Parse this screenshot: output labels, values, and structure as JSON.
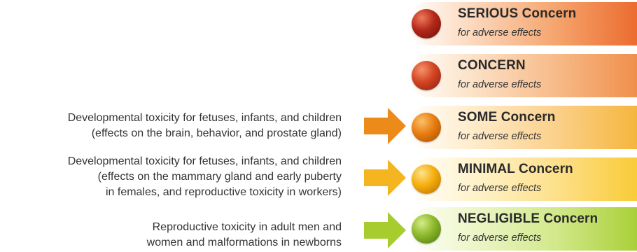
{
  "levels": [
    {
      "title": "SERIOUS Concern",
      "subtitle": "for adverse effects",
      "color": "#b3281a"
    },
    {
      "title": "CONCERN",
      "subtitle": "for adverse effects",
      "color": "#d34423"
    },
    {
      "title": "SOME Concern",
      "subtitle": "for adverse effects",
      "color": "#e87d10"
    },
    {
      "title": "MINIMAL Concern",
      "subtitle": "for adverse effects",
      "color": "#f5ad0c"
    },
    {
      "title": "NEGLIGIBLE Concern",
      "subtitle": "for adverse effects",
      "color": "#8cb82a"
    }
  ],
  "findings": [
    {
      "lines": [
        "Developmental toxicity for fetuses, infants, and children",
        "(effects on the brain, behavior, and prostate gland)"
      ],
      "arrow_color": "#ec8a1a"
    },
    {
      "lines": [
        "Developmental toxicity for fetuses, infants, and children",
        "(effects on the mammary gland and early puberty",
        "in females, and reproductive toxicity in workers)"
      ],
      "arrow_color": "#f4b521"
    },
    {
      "lines": [
        "Reproductive toxicity in adult men and",
        "women and malformations in newborns"
      ],
      "arrow_color": "#a7cc2e"
    }
  ]
}
